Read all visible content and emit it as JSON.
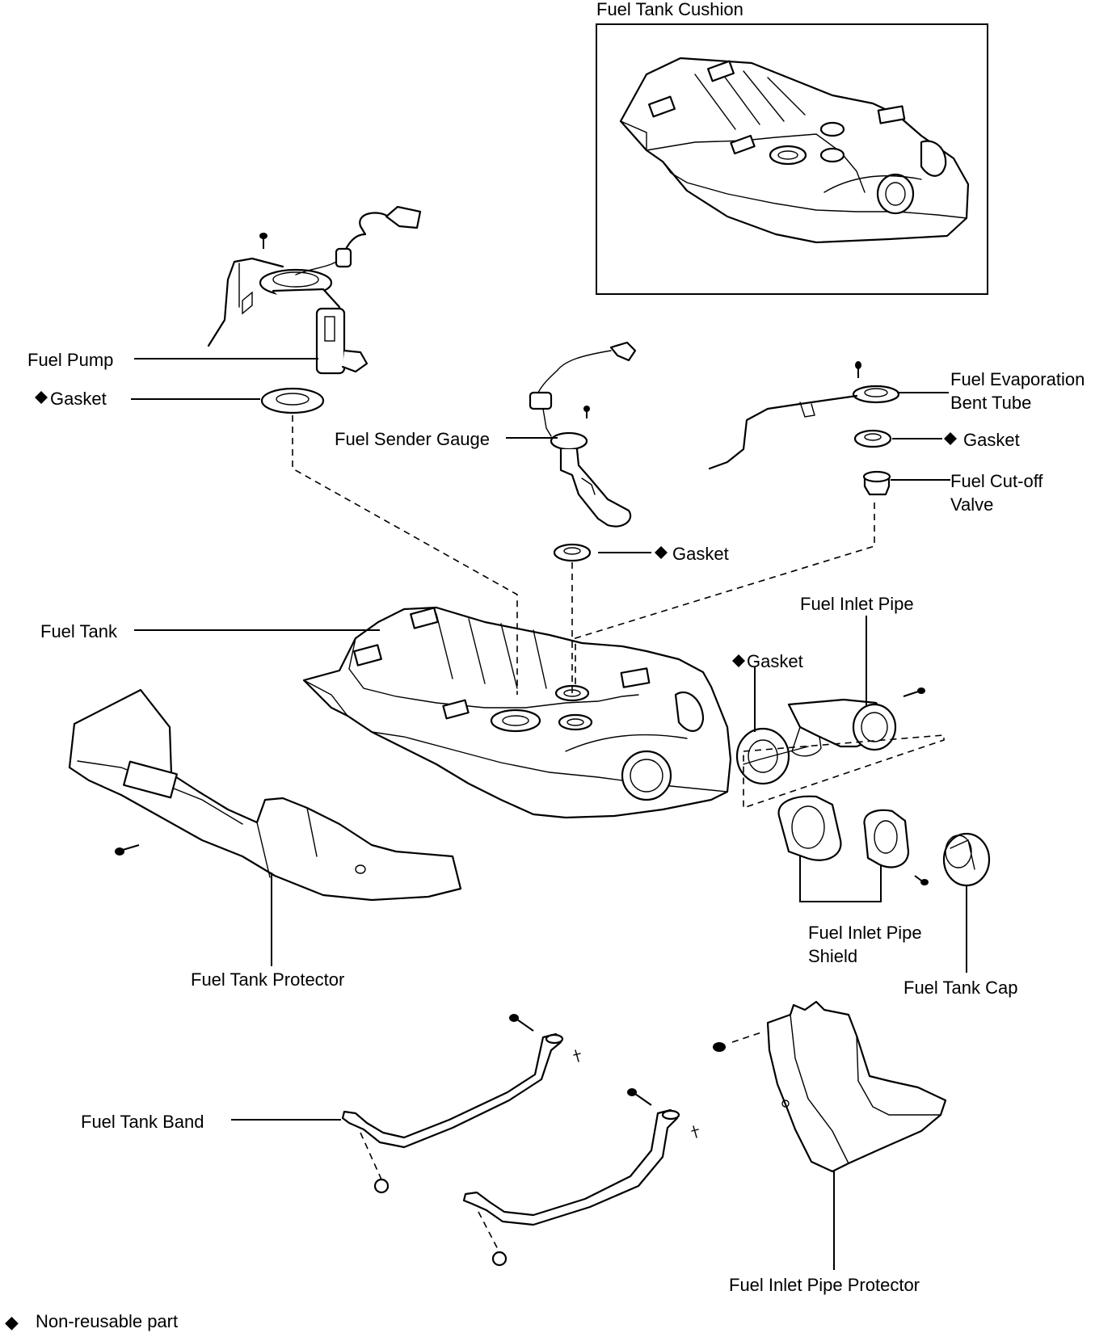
{
  "diagram": {
    "inset_title": "Fuel Tank Cushion",
    "labels": {
      "fuel_pump": "Fuel Pump",
      "gasket_pump": "Gasket",
      "fuel_sender_gauge": "Fuel Sender Gauge",
      "gasket_sender": "Gasket",
      "fuel_evap_tube_line1": "Fuel Evaporation",
      "fuel_evap_tube_line2": "Bent Tube",
      "gasket_evap": "Gasket",
      "fuel_cutoff_line1": "Fuel Cut-off",
      "fuel_cutoff_line2": "Valve",
      "fuel_tank": "Fuel Tank",
      "fuel_inlet_pipe": "Fuel Inlet Pipe",
      "gasket_inlet": "Gasket",
      "fuel_inlet_shield_line1": "Fuel Inlet Pipe",
      "fuel_inlet_shield_line2": "Shield",
      "fuel_tank_cap": "Fuel Tank Cap",
      "fuel_tank_protector": "Fuel Tank Protector",
      "fuel_tank_band": "Fuel Tank Band",
      "fuel_inlet_pipe_protector": "Fuel Inlet Pipe Protector"
    },
    "legend": {
      "symbol": "◆",
      "text": "Non-reusable part"
    }
  }
}
